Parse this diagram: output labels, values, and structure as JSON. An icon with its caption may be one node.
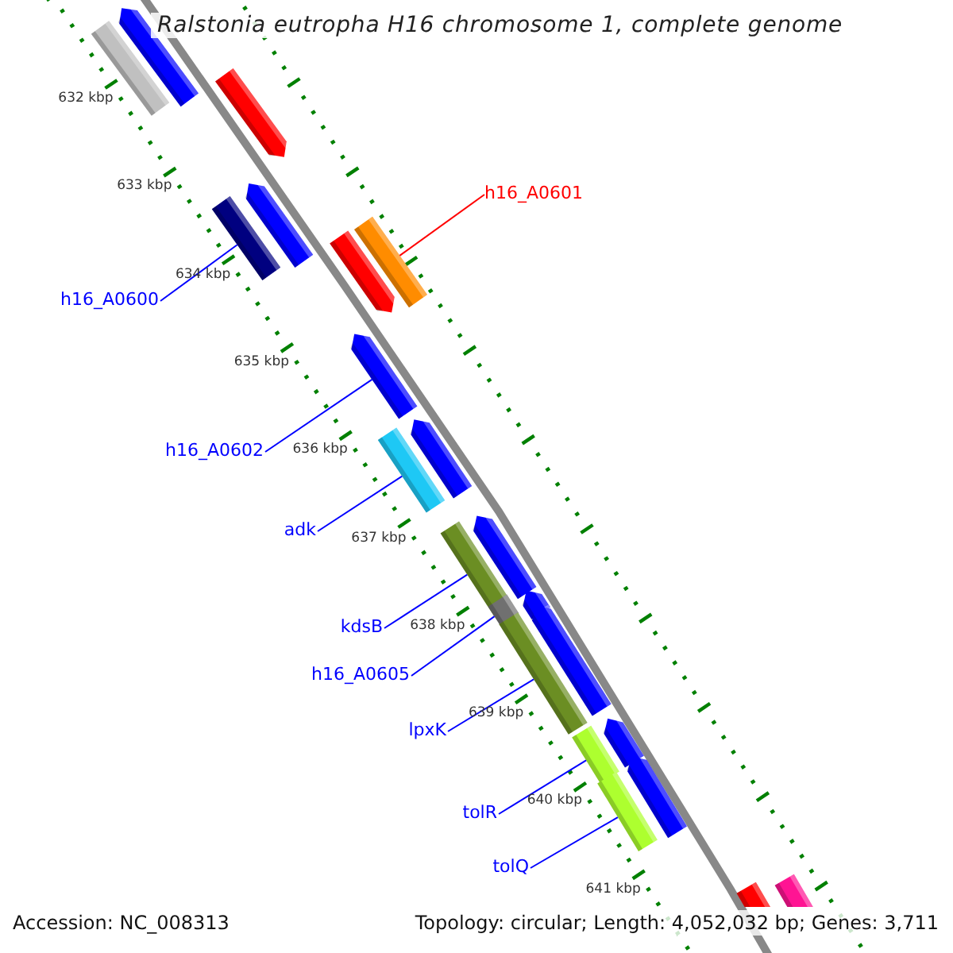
{
  "diagram": {
    "title": "Ralstonia eutropha H16 chromosome 1, complete genome",
    "nodes": [
      {
        "text": [],
        "shape": "pentagon"
      },
      {
        "text": [],
        "shape": "bar"
      },
      {
        "text": [],
        "shape": "pentagon"
      },
      {
        "text": [],
        "shape": "pentagon"
      },
      {
        "text": [],
        "shape": "bar"
      },
      {
        "text": [],
        "shape": "bar"
      },
      {
        "text": [],
        "shape": "pentagon"
      },
      {
        "text": [],
        "shape": "pentagon"
      },
      {
        "text": [],
        "shape": "pentagon"
      },
      {
        "text": [],
        "shape": "bar"
      },
      {
        "text": [],
        "shape": "pentagon"
      },
      {
        "text": [],
        "shape": "bar"
      },
      {
        "text": [],
        "shape": "pentagon"
      },
      {
        "text": [],
        "shape": "bar"
      },
      {
        "text": [],
        "shape": "pentagon"
      },
      {
        "text": [],
        "shape": "bar"
      },
      {
        "text": [],
        "shape": "pentagon"
      },
      {
        "text": [],
        "shape": "bar"
      },
      {
        "text": [],
        "shape": "pentagon"
      },
      {
        "text": [],
        "shape": "bar"
      },
      {
        "text": [],
        "shape": "bar"
      },
      {
        "text": [],
        "shape": "bar"
      },
      {
        "text": [
          "h16_A0601"
        ]
      },
      {
        "text": [
          "h16_A0600"
        ]
      },
      {
        "text": [
          "h16_A0602"
        ]
      },
      {
        "text": [
          "adk"
        ]
      },
      {
        "text": [
          "kdsB"
        ]
      },
      {
        "text": [
          "h16_A0605"
        ]
      },
      {
        "text": [
          "lpxK"
        ]
      },
      {
        "text": [
          "tolR"
        ]
      },
      {
        "text": [
          "tolQ"
        ]
      }
    ],
    "edges": [
      {
        "from": 22,
        "to": 5,
        "arrow": "none",
        "color": "#ff0000"
      },
      {
        "from": 23,
        "to": 4,
        "arrow": "none"
      },
      {
        "from": 24,
        "to": 7,
        "arrow": "none"
      },
      {
        "from": 25,
        "to": 9,
        "arrow": "none"
      },
      {
        "from": 26,
        "to": 11,
        "arrow": "none"
      },
      {
        "from": 27,
        "to": 13,
        "arrow": "none"
      },
      {
        "from": 28,
        "to": 15,
        "arrow": "none"
      },
      {
        "from": 29,
        "to": 17,
        "arrow": "none"
      },
      {
        "from": 30,
        "to": 19,
        "arrow": "none"
      }
    ],
    "labels": [
      "632 kbp",
      "633 kbp",
      "634 kbp",
      "635 kbp",
      "636 kbp",
      "637 kbp",
      "638 kbp",
      "639 kbp",
      "640 kbp",
      "641 kbp",
      "Accession: NC_008313",
      "Topology: circular; Length: 4,052,032 bp; Genes: 3,711"
    ]
  }
}
